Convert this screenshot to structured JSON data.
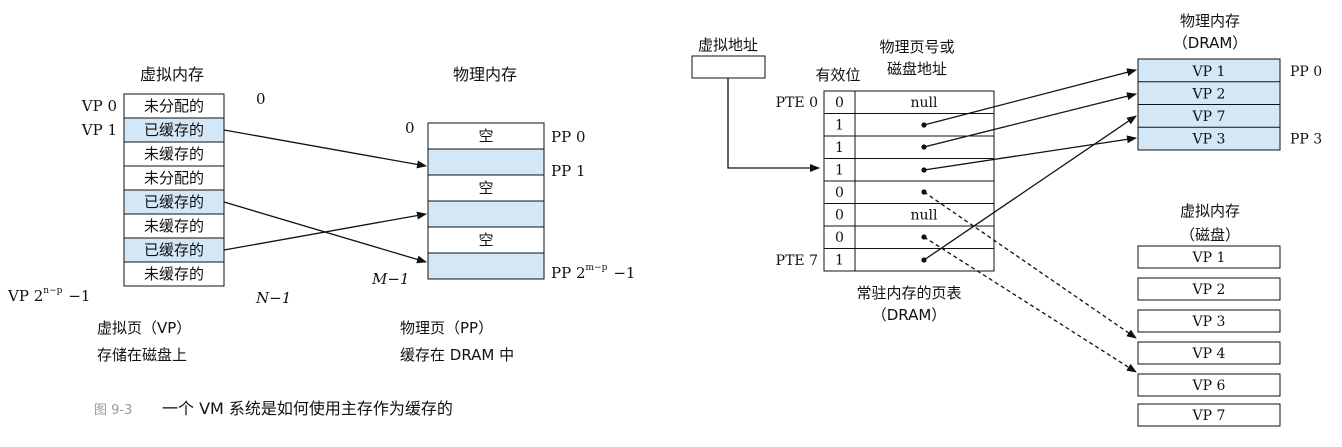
{
  "left": {
    "virtual_title": "虚拟内存",
    "physical_title": "物理内存",
    "vp_labels": [
      "VP 0",
      "VP 1",
      "VP 2",
      "−1"
    ],
    "vp_exp": "n−p",
    "vp_cells": [
      "未分配的",
      "已缓存的",
      "未缓存的",
      "未分配的",
      "已缓存的",
      "未缓存的",
      "已缓存的",
      "未缓存的"
    ],
    "idx_top": "0",
    "idx_bottom": "N−1",
    "pp_cells": [
      "空",
      "",
      "空",
      "",
      "空",
      ""
    ],
    "pp_idx_top": "0",
    "pp_idx_bottom": "M−1",
    "pp_labels": [
      "PP 0",
      "PP 1",
      "PP 2",
      "−1"
    ],
    "pp_exp": "m−p",
    "caption_vp_1": "虚拟页（VP）",
    "caption_vp_2": "存储在磁盘上",
    "caption_pp_1": "物理页（PP）",
    "caption_pp_2": "缓存在 DRAM 中",
    "fig_num": "图 9-3",
    "fig_text": "一个 VM 系统是如何使用主存作为缓存的"
  },
  "right": {
    "vaddr_label": "虚拟地址",
    "valid_label": "有效位",
    "ppn_label_1": "物理页号或",
    "ppn_label_2": "磁盘地址",
    "pte0": "PTE 0",
    "pte7": "PTE 7",
    "valid_bits": [
      "0",
      "1",
      "1",
      "1",
      "0",
      "0",
      "0",
      "1"
    ],
    "entries": [
      "null",
      "",
      "",
      "",
      "",
      "null",
      "",
      ""
    ],
    "pt_caption_1": "常驻内存的页表",
    "pt_caption_2": "（DRAM）",
    "dram_title_1": "物理内存",
    "dram_title_2": "（DRAM）",
    "dram_cells": [
      "VP 1",
      "VP 2",
      "VP 7",
      "VP 3"
    ],
    "pp0": "PP 0",
    "pp3": "PP 3",
    "disk_title_1": "虚拟内存",
    "disk_title_2": "（磁盘）",
    "disk_cells": [
      "VP 1",
      "VP 2",
      "VP 3",
      "VP 4",
      "VP 6",
      "VP 7"
    ]
  },
  "colors": {
    "cached_fill": "#d4e7f7",
    "line": "#111111",
    "caption_gray": "#9a9a9a"
  }
}
